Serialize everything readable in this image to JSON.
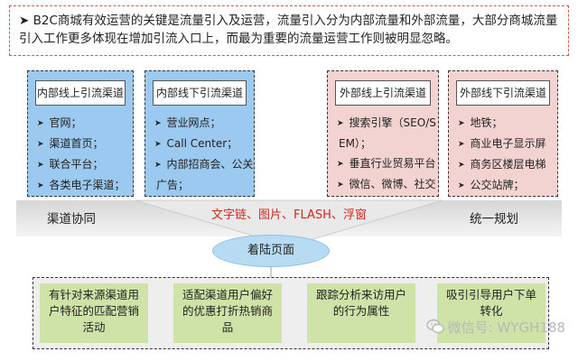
{
  "intro": {
    "text": "➤ B2C商城有效运营的关键是流量引入及运营，流量引入分为内部流量和外部流量，大部分商城流量引入工作更多体现在增加引流入口上，而最为重要的流量运营工作则被明显忽略。"
  },
  "channels": [
    {
      "title": "内部线上引流渠道",
      "items": [
        "官网；",
        "渠道首页；",
        "联合平台；",
        "各类电子渠道；"
      ]
    },
    {
      "title": "内部线下引流渠道",
      "items": [
        "营业网点；",
        "Call Center；",
        "内部招商会、公关"
      ],
      "continuation": "广告；"
    },
    {
      "title": "外部线上引流渠道",
      "items": [
        "搜索引擎（SEO/S"
      ],
      "continuation": "EM）；",
      "items_after": [
        "垂直行业贸易平台",
        "微信、微博、社交"
      ]
    },
    {
      "title": "外部线下引流渠道",
      "items": [
        "地铁；",
        "商业电子显示屏",
        "商务区楼层电梯",
        "公交站牌；"
      ]
    }
  ],
  "middle": {
    "left_label": "渠道协同",
    "right_label": "统一规划",
    "media": "文字链、图片、FLASH、浮窗",
    "landing": "着陆页面"
  },
  "features": [
    "有针对来源渠道用户特征的匹配营销活动",
    "适配渠道用户偏好的优惠打折热销商品",
    "跟踪分析来访用户的行为属性",
    "吸引引导用户下单转化"
  ],
  "watermark": "微信号: WYGH188",
  "colors": {
    "blue_box": "#9cc9ef",
    "pink_box": "#f3d2d2",
    "feature_green": "#cfe3a8",
    "media_red": "#d0281c",
    "landing_blue": "#b7dbf2"
  }
}
